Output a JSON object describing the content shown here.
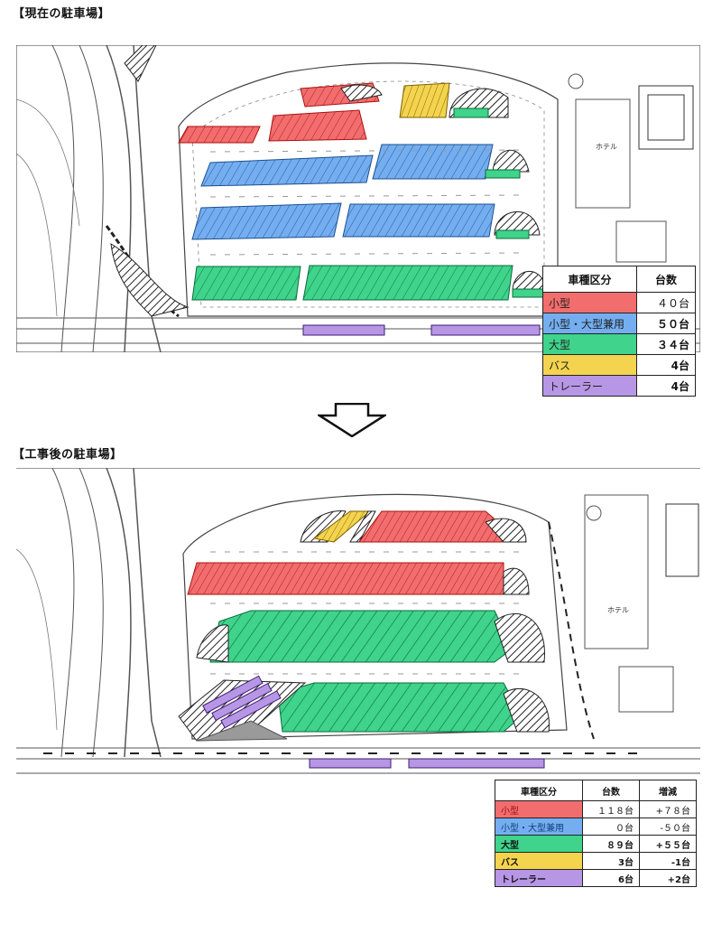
{
  "current": {
    "title": "【現在の駐車場】",
    "legend": {
      "headers": [
        "車種区分",
        "台数"
      ],
      "rows": [
        {
          "label": "小型",
          "count": "４０台"
        },
        {
          "label": "小型・大型兼用",
          "count": "５０台"
        },
        {
          "label": "大型",
          "count": "３４台"
        },
        {
          "label": "バス",
          "count": "4台"
        },
        {
          "label": "トレーラー",
          "count": "4台"
        }
      ]
    },
    "map_labels": {
      "hotel": "ホテル"
    }
  },
  "after": {
    "title": "【工事後の駐車場】",
    "legend": {
      "headers": [
        "車種区分",
        "台数",
        "増減"
      ],
      "rows": [
        {
          "label": "小型",
          "count": "１１８台",
          "change": "+７８台"
        },
        {
          "label": "小型・大型兼用",
          "count": "０台",
          "change": "-５０台"
        },
        {
          "label": "大型",
          "count": "８９台",
          "change": "+５５台"
        },
        {
          "label": "バス",
          "count": "3台",
          "change": "-1台"
        },
        {
          "label": "トレーラー",
          "count": "6台",
          "change": "+2台"
        }
      ]
    },
    "map_labels": {
      "hotel": "ホテル"
    }
  },
  "colors": {
    "small": "#f26d6d",
    "shared": "#74aef0",
    "large": "#3fd38b",
    "bus": "#f4d34e",
    "trailer": "#b796e6"
  }
}
